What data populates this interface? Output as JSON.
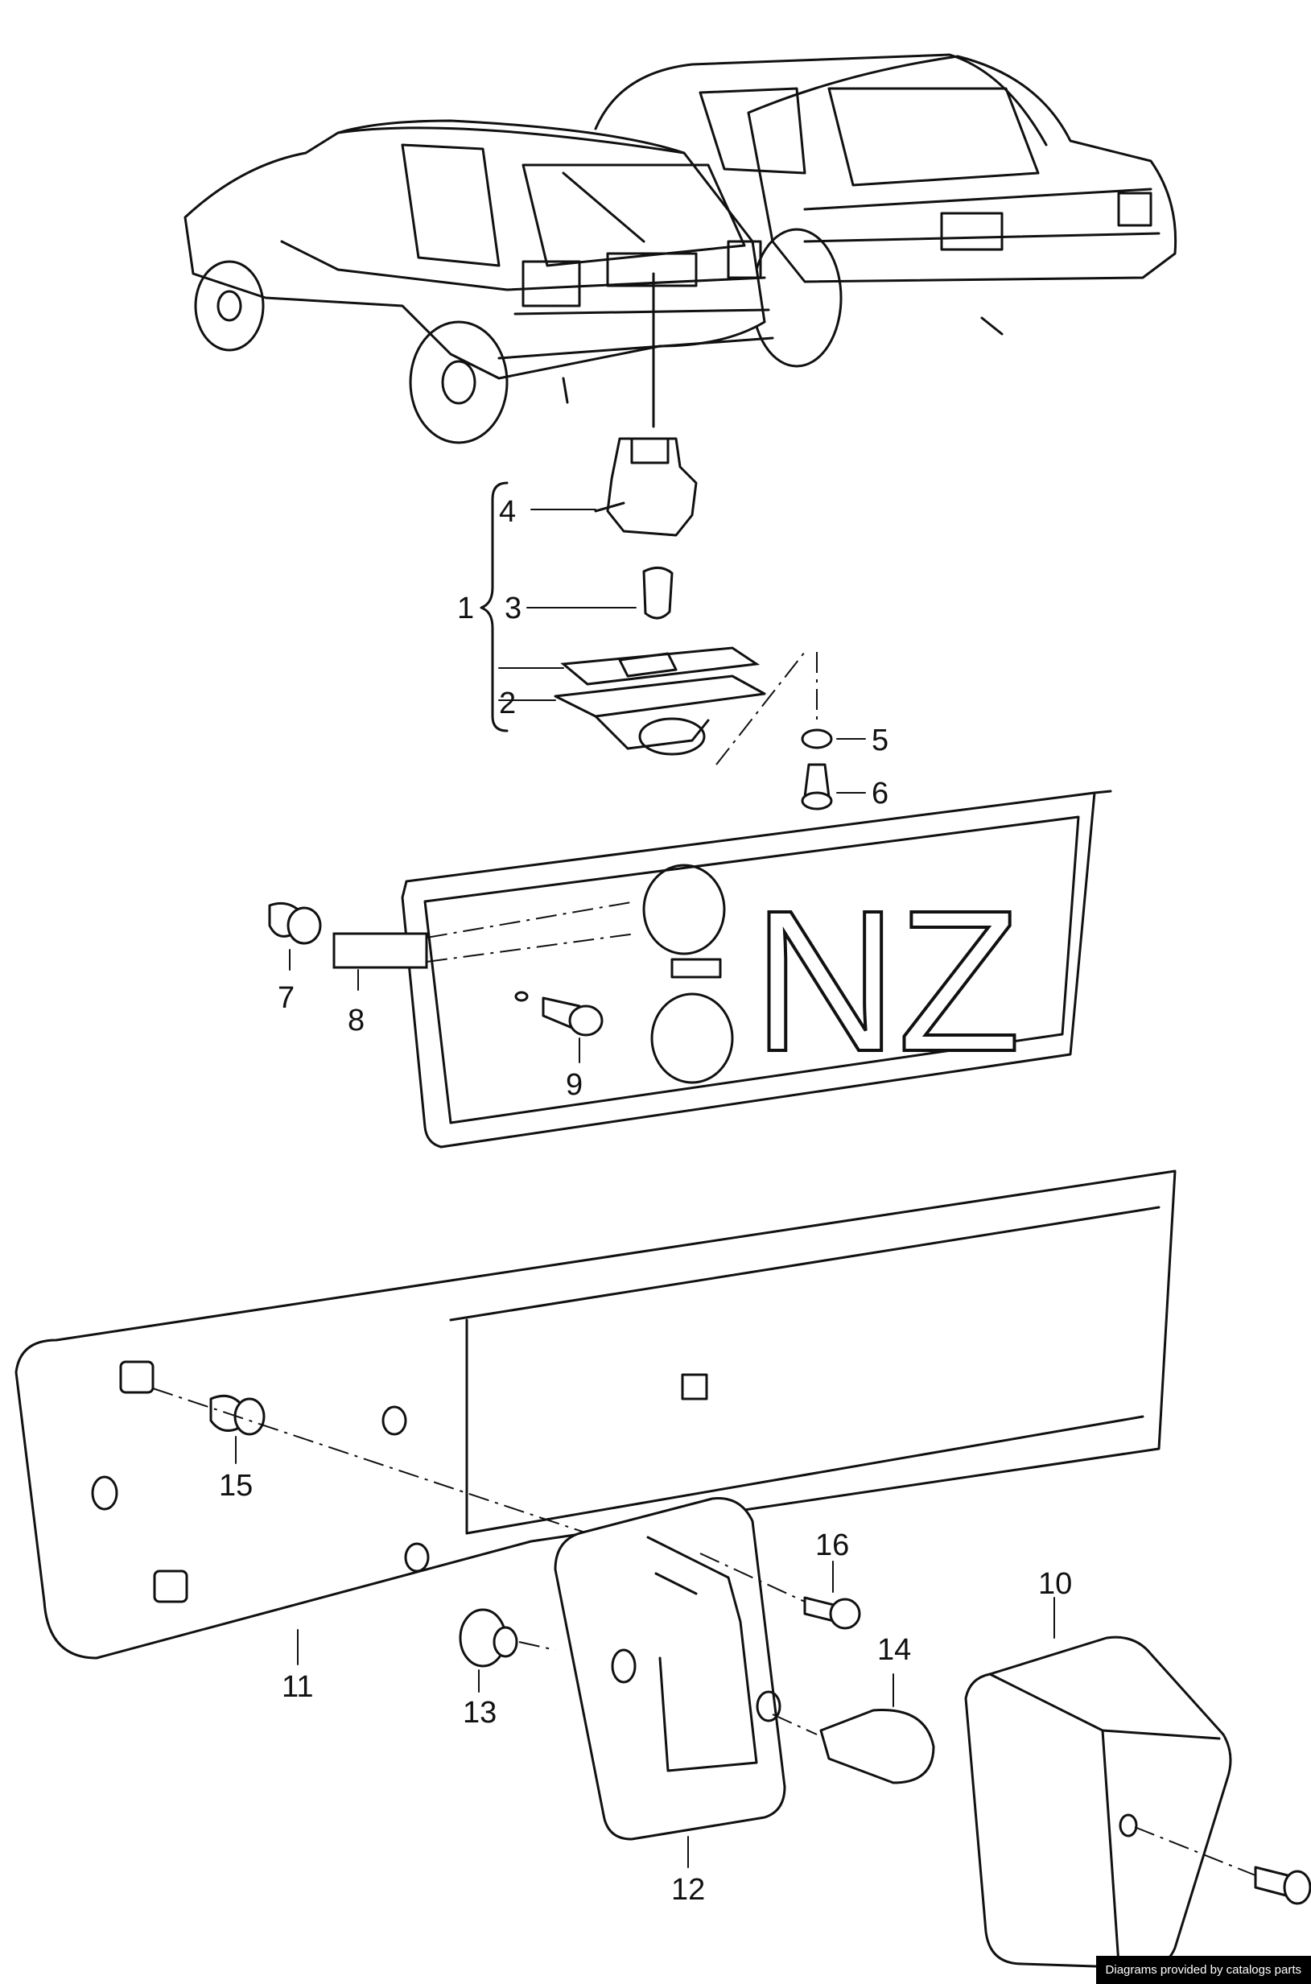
{
  "callouts": [
    "1",
    "2",
    "3",
    "4",
    "5",
    "6",
    "7",
    "8",
    "9",
    "10",
    "11",
    "12",
    "13",
    "14",
    "15",
    "16"
  ],
  "plate_text": "NZ",
  "credit": "Diagrams provided by catalogs parts"
}
